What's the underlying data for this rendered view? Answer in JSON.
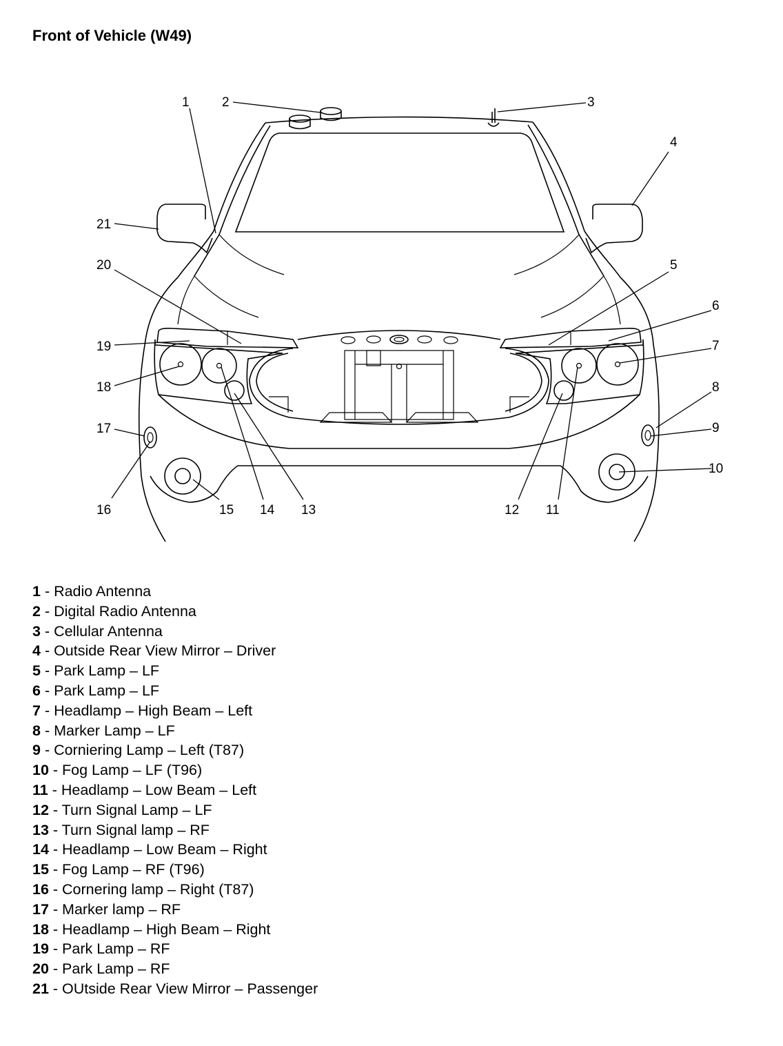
{
  "title": "Front of Vehicle (W49)",
  "callouts": [
    "1",
    "2",
    "3",
    "4",
    "5",
    "6",
    "7",
    "8",
    "9",
    "10",
    "11",
    "12",
    "13",
    "14",
    "15",
    "16",
    "17",
    "18",
    "19",
    "20",
    "21"
  ],
  "legend": [
    {
      "num": "1",
      "sep": " - ",
      "text": "Radio Antenna"
    },
    {
      "num": "2",
      "sep": " - ",
      "text": "Digital Radio Antenna"
    },
    {
      "num": "3",
      "sep": " - ",
      "text": "Cellular Antenna"
    },
    {
      "num": "4",
      "sep": " - ",
      "text": "Outside Rear View Mirror – Driver"
    },
    {
      "num": "5",
      "sep": " - ",
      "text": "Park Lamp – LF"
    },
    {
      "num": "6",
      "sep": " - ",
      "text": "Park Lamp – LF"
    },
    {
      "num": "7",
      "sep": " - ",
      "text": "Headlamp – High Beam – Left"
    },
    {
      "num": "8",
      "sep": " - ",
      "text": "Marker Lamp – LF"
    },
    {
      "num": "9",
      "sep": " - ",
      "text": "Corniering Lamp – Left (T87)"
    },
    {
      "num": "10",
      "sep": " - ",
      "text": "Fog Lamp – LF (T96)"
    },
    {
      "num": "11",
      "sep": " - ",
      "text": "Headlamp – Low Beam – Left"
    },
    {
      "num": "12",
      "sep": " - ",
      "text": "Turn Signal Lamp – LF"
    },
    {
      "num": "13",
      "sep": " - ",
      "text": "Turn Signal lamp – RF"
    },
    {
      "num": "14",
      "sep": " - ",
      "text": "Headlamp – Low Beam – Right"
    },
    {
      "num": "15",
      "sep": " - ",
      "text": "Fog Lamp – RF (T96)"
    },
    {
      "num": "16",
      "sep": " - ",
      "text": "Cornering lamp – Right (T87)"
    },
    {
      "num": "17",
      "sep": " - ",
      "text": "Marker lamp – RF"
    },
    {
      "num": "18",
      "sep": " - ",
      "text": "Headlamp – High Beam – Right"
    },
    {
      "num": "19",
      "sep": " - ",
      "text": "Park Lamp – RF"
    },
    {
      "num": "20",
      "sep": " - ",
      "text": "Park Lamp – RF"
    },
    {
      "num": "21",
      "sep": " - ",
      "text": "OUtside Rear View Mirror – Passenger"
    }
  ]
}
